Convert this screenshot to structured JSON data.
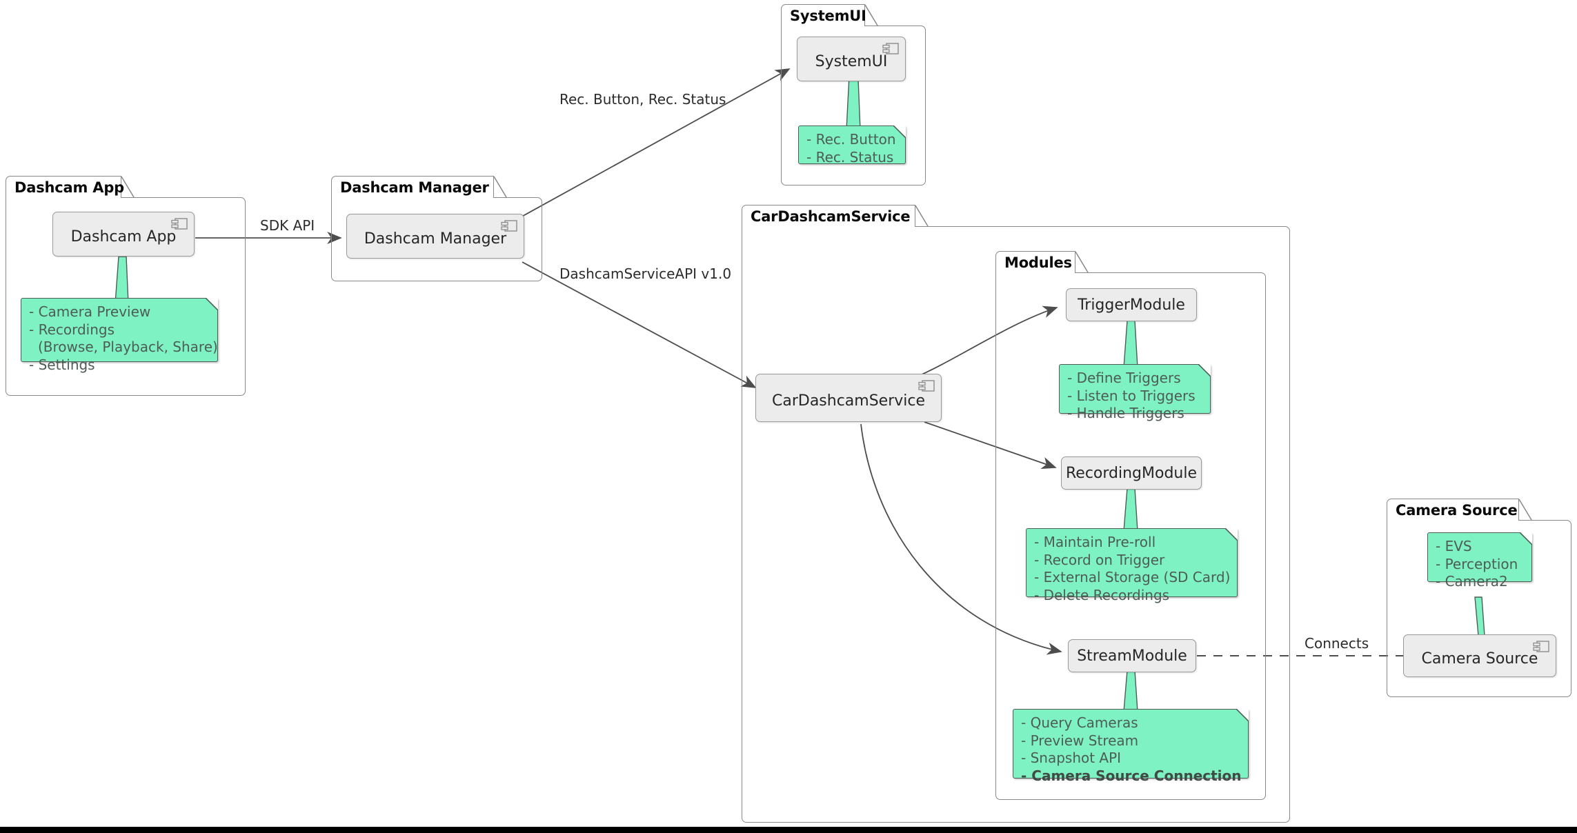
{
  "diagram": {
    "type": "uml-component-diagram",
    "background": "#ffffff",
    "note_fill": "#7ff2c4",
    "note_stroke": "#4d5c55",
    "component_fill": "#ececec",
    "component_stroke": "#999999",
    "package_stroke": "#888888"
  },
  "packages": {
    "dashcam_app": {
      "title": "Dashcam App"
    },
    "dashcam_manager": {
      "title": "Dashcam Manager"
    },
    "system_ui": {
      "title": "SystemUI"
    },
    "car_dashcam_service": {
      "title": "CarDashcamService"
    },
    "modules": {
      "title": "Modules"
    },
    "camera_source": {
      "title": "Camera Source"
    }
  },
  "components": {
    "dashcam_app": {
      "label": "Dashcam App",
      "icon": "uml-component-icon"
    },
    "dashcam_manager": {
      "label": "Dashcam Manager",
      "icon": "uml-component-icon"
    },
    "system_ui": {
      "label": "SystemUI",
      "icon": "uml-component-icon"
    },
    "car_dashcam_service": {
      "label": "CarDashcamService",
      "icon": "uml-component-icon"
    },
    "trigger_module": {
      "label": "TriggerModule",
      "icon": "none"
    },
    "recording_module": {
      "label": "RecordingModule",
      "icon": "none"
    },
    "stream_module": {
      "label": "StreamModule",
      "icon": "none"
    },
    "camera_source": {
      "label": "Camera Source",
      "icon": "uml-component-icon"
    }
  },
  "notes": {
    "dashcam_app": {
      "lines": [
        "- Camera Preview",
        "- Recordings",
        "(Browse, Playback, Share)",
        "- Settings"
      ]
    },
    "system_ui": {
      "lines": [
        "- Rec. Button",
        "- Rec. Status"
      ]
    },
    "trigger_module": {
      "lines": [
        "- Define Triggers",
        "- Listen to Triggers",
        "- Handle Triggers"
      ]
    },
    "recording_module": {
      "lines": [
        "- Maintain Pre-roll",
        "- Record on Trigger",
        "- External Storage (SD Card)",
        "- Delete Recordings"
      ]
    },
    "stream_module": {
      "lines": [
        "- Query Cameras",
        "- Preview Stream",
        "- Snapshot API",
        "- Camera Source Connection"
      ]
    },
    "camera_source": {
      "lines": [
        "- EVS",
        "- Perception",
        "- Camera2"
      ]
    }
  },
  "edges": {
    "sdk_api": {
      "label": "SDK API"
    },
    "rec_button_status": {
      "label": "Rec. Button, Rec. Status"
    },
    "dashcam_service_api": {
      "label": "DashcamServiceAPI v1.0"
    },
    "connects": {
      "label": "Connects"
    }
  }
}
